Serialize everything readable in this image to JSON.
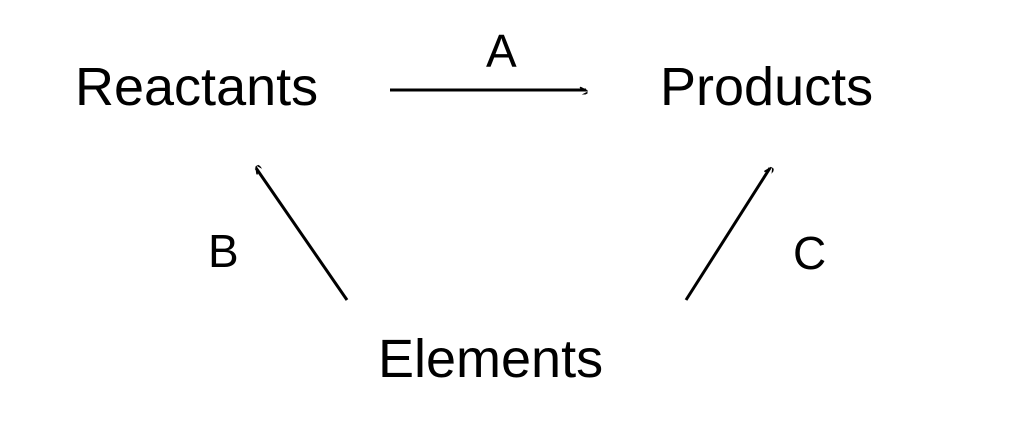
{
  "diagram": {
    "title": "reaction-enthalpy-cycle",
    "nodes": {
      "reactants": "Reactants",
      "products": "Products",
      "elements": "Elements"
    },
    "arrows": {
      "a_label": "A",
      "b_label": "B",
      "c_label": "C"
    },
    "colors": {
      "foreground": "#000000",
      "background": "#ffffff"
    }
  }
}
